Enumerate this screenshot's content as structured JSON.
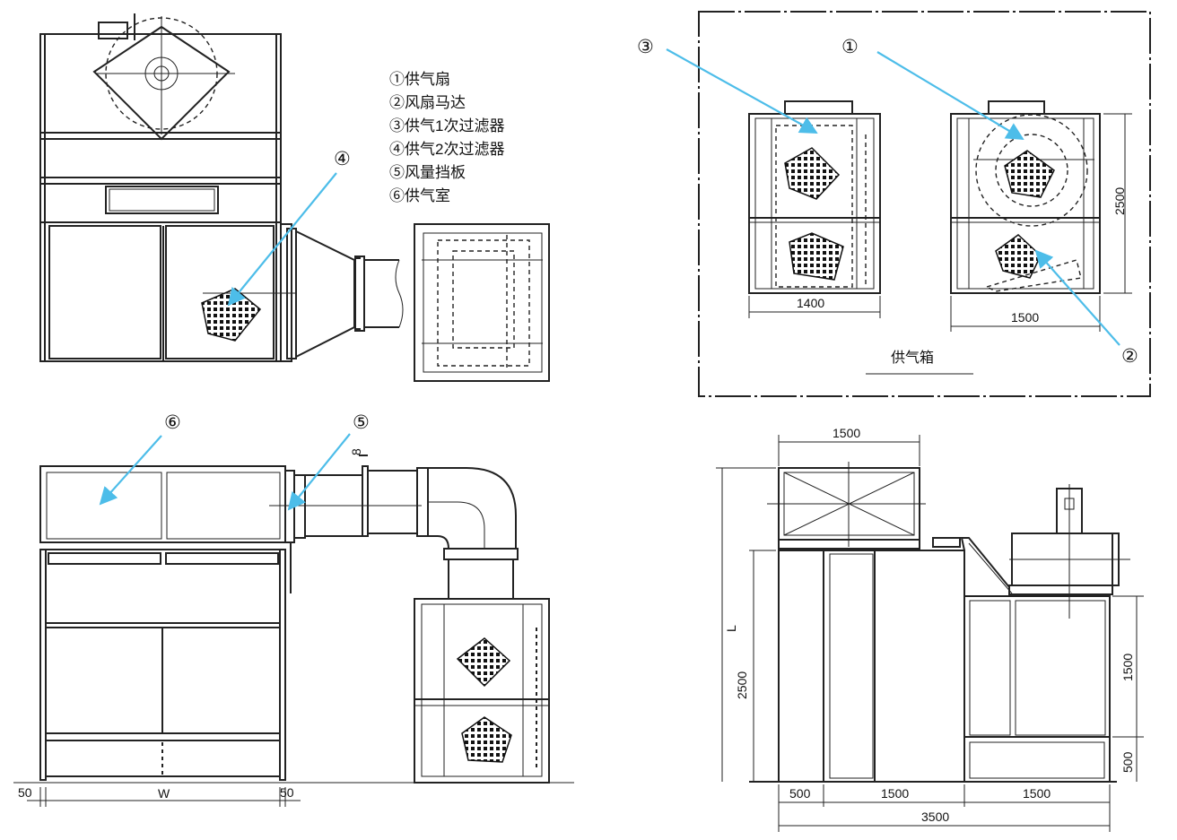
{
  "legend": [
    "①供气扇",
    "②风扇马达",
    "③供气1次过滤器",
    "④供气2次过滤器",
    "⑤风量挡板",
    "⑥供气室"
  ],
  "callouts": {
    "c1": "①",
    "c2": "②",
    "c3": "③",
    "c4": "④",
    "c5": "⑤",
    "c6": "⑥"
  },
  "supply_box_title": "供气箱",
  "dimensions": {
    "box_left_width": "1400",
    "box_right_width": "1500",
    "box_height": "2500",
    "side_top_width": "1500",
    "side_left_height": "2500",
    "side_right_upper": "1500",
    "side_right_lower": "500",
    "side_bottom_a": "500",
    "side_bottom_b": "1500",
    "side_bottom_c": "1500",
    "side_total": "3500",
    "side_height_var": "L",
    "front_left_margin": "50",
    "front_width_var": "W",
    "front_right_margin": "50",
    "damper_mark": "8"
  },
  "colors": {
    "line": "#222222",
    "callout_arrow": "#4dbde9"
  }
}
